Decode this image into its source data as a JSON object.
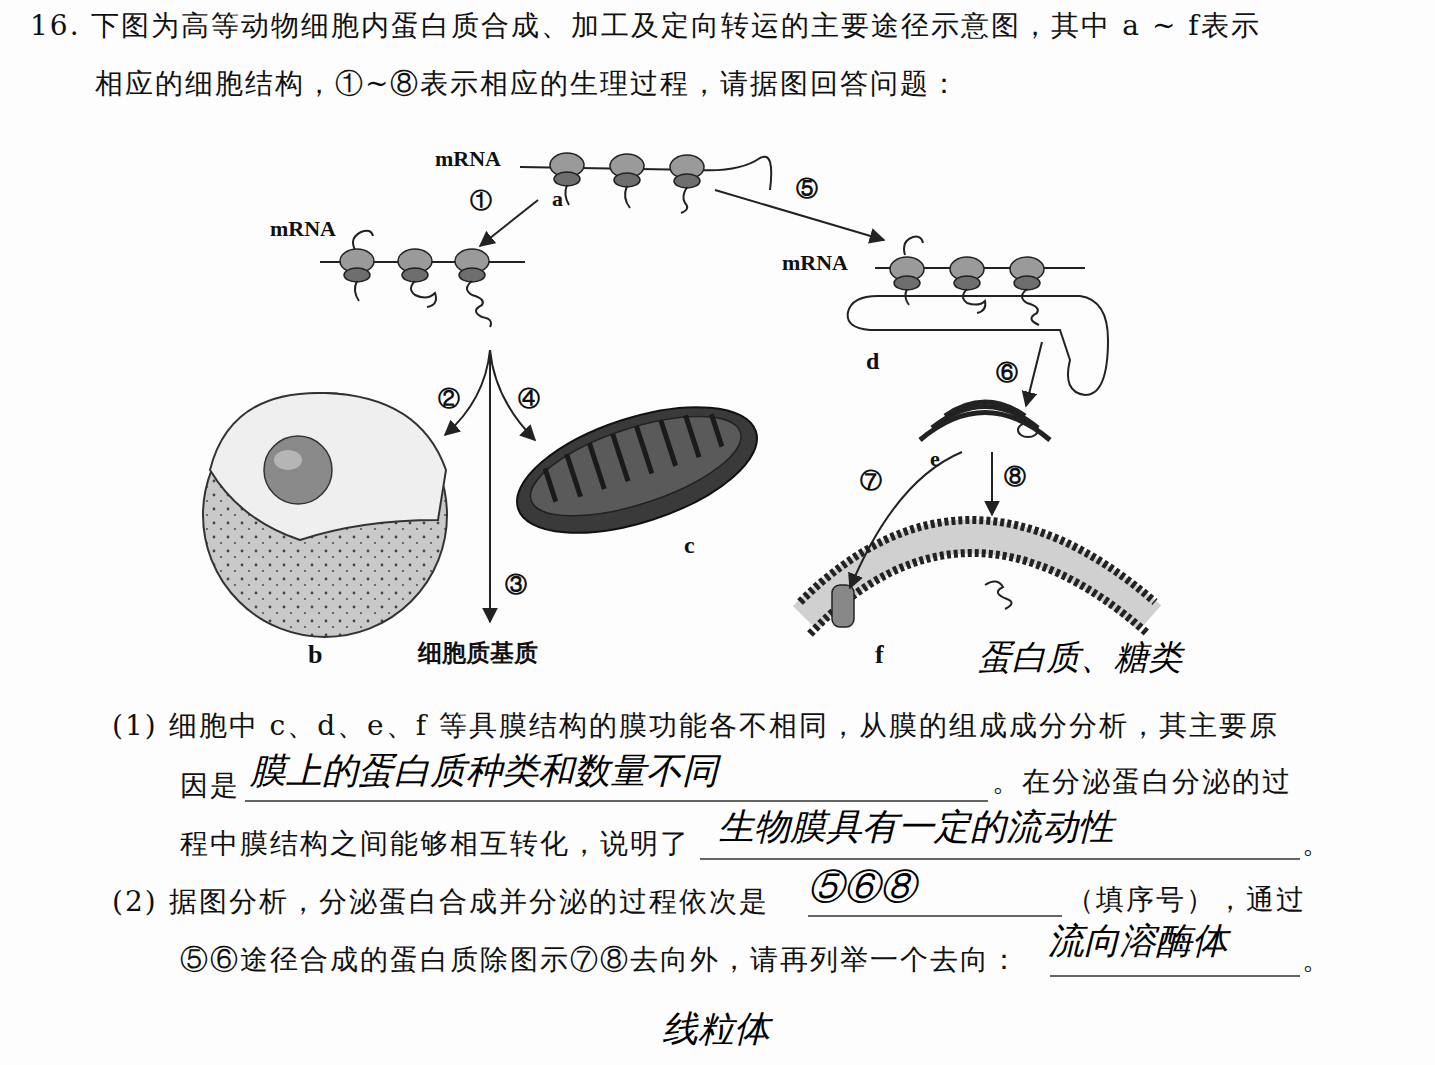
{
  "diagram": {
    "labels": [
      "16. 下图为高等动物细胞内蛋白质合成、加工及定向转运的主要途径示意图，其中 a ~ f表示",
      "相应的细胞结构，①~⑧表示相应的生理过程，请据图回答问题：",
      "mRNA",
      "①",
      "a",
      "⑤",
      "mRNA",
      "mRNA",
      "d",
      "②",
      "④",
      "⑥",
      "e",
      "⑧",
      "⑦",
      "c",
      "③",
      "b",
      "细胞质基质",
      "f",
      "(1) 细胞中 c、d、e、f 等具膜结构的膜功能各不相同，从膜的组成成分分析，其主要原",
      "因是",
      "。在分泌蛋白分泌的过",
      "程中膜结构之间能够相互转化，说明了",
      "。",
      "(2) 据图分析，分泌蛋白合成并分泌的过程依次是",
      "（填序号），通过",
      "⑤⑥途径合成的蛋白质除图示⑦⑧去向外，请再列举一个去向：",
      "。",
      "蛋白质、糖类",
      "膜上的蛋白质种类和数量不同",
      "生物膜具有一定的流动性",
      "⑤⑥⑧",
      "流向溶酶体",
      "线粒体"
    ]
  }
}
